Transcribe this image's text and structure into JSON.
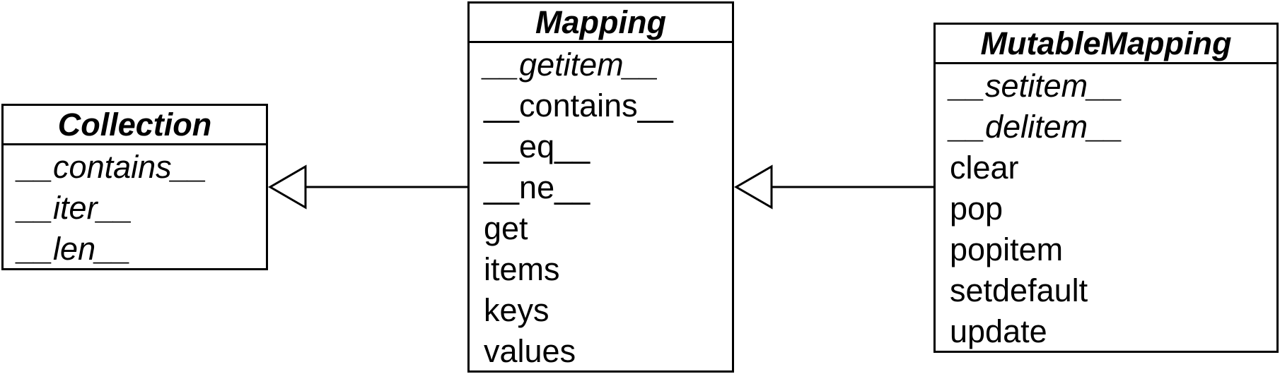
{
  "diagram": {
    "classes": [
      {
        "id": "collection",
        "name": "Collection",
        "methods": [
          {
            "label": "__contains__",
            "abstract": true
          },
          {
            "label": "__iter__",
            "abstract": true
          },
          {
            "label": "__len__",
            "abstract": true
          }
        ]
      },
      {
        "id": "mapping",
        "name": "Mapping",
        "methods": [
          {
            "label": "__getitem__",
            "abstract": true
          },
          {
            "label": "__contains__",
            "abstract": false
          },
          {
            "label": "__eq__",
            "abstract": false
          },
          {
            "label": "__ne__",
            "abstract": false
          },
          {
            "label": "get",
            "abstract": false
          },
          {
            "label": "items",
            "abstract": false
          },
          {
            "label": "keys",
            "abstract": false
          },
          {
            "label": "values",
            "abstract": false
          }
        ]
      },
      {
        "id": "mutable",
        "name": "MutableMapping",
        "methods": [
          {
            "label": "__setitem__",
            "abstract": true
          },
          {
            "label": "__delitem__",
            "abstract": true
          },
          {
            "label": "clear",
            "abstract": false
          },
          {
            "label": "pop",
            "abstract": false
          },
          {
            "label": "popitem",
            "abstract": false
          },
          {
            "label": "setdefault",
            "abstract": false
          },
          {
            "label": "update",
            "abstract": false
          }
        ]
      }
    ],
    "relations": [
      {
        "from": "mapping",
        "to": "collection",
        "type": "generalization"
      },
      {
        "from": "mutable",
        "to": "mapping",
        "type": "generalization"
      }
    ]
  }
}
